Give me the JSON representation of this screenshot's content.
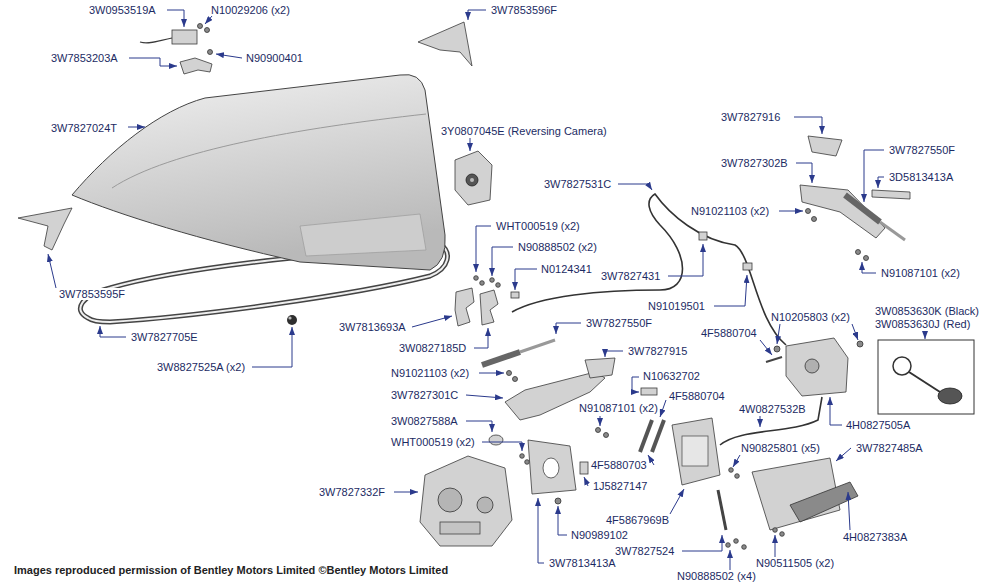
{
  "diagram": {
    "caption": "Images reproduced permission of Bentley Motors Limited ©Bentley Motors Limited",
    "labels": [
      "3W0953519A",
      "N10029206 (x2)",
      "3W7853596F",
      "3W7853203A",
      "N90900401",
      "3W7827024T",
      "3Y0807045E (Reversing Camera)",
      "3W7827916",
      "3W7827302B",
      "3W7827550F",
      "3D5813413A",
      "3W7827531C",
      "N91021103 (x2)",
      "WHT000519 (x2)",
      "N90888502 (x2)",
      "N0124341",
      "3W7827431",
      "N91087101 (x2)",
      "3W7853595F",
      "N91019501",
      "N10205803 (x2)",
      "3W0853630K (Black)",
      "3W0853630J (Red)",
      "3W7827550F",
      "3W7827705E",
      "3W7813693A",
      "4F5880704",
      "3W0827185D",
      "3W7827915",
      "3W8827525A (x2)",
      "N91021103 (x2)",
      "N10632702",
      "3W7827301C",
      "N91087101 (x2)",
      "4F5880704",
      "4W0827532B",
      "4H0827505A",
      "3W0827588A",
      "WHT000519 (x2)",
      "N90825801 (x5)",
      "3W7827485A",
      "4F5880703",
      "1J5827147",
      "3W7827332F",
      "4F5867969B",
      "N90989102",
      "4H0827383A",
      "3W7827524",
      "3W7813413A",
      "N90511505 (x2)",
      "N90888502 (x4)"
    ]
  }
}
